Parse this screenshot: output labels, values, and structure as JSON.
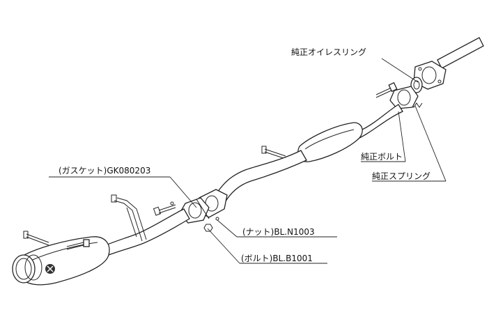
{
  "labels": {
    "oil_ring": "純正オイレスリング",
    "bolt": "純正ボルト",
    "spring": "純正スプリング",
    "gasket": "(ガスケット)GK080203",
    "nut": "(ナット)BL.N1003",
    "bolt_part": "(ボルト)BL.B1001"
  }
}
